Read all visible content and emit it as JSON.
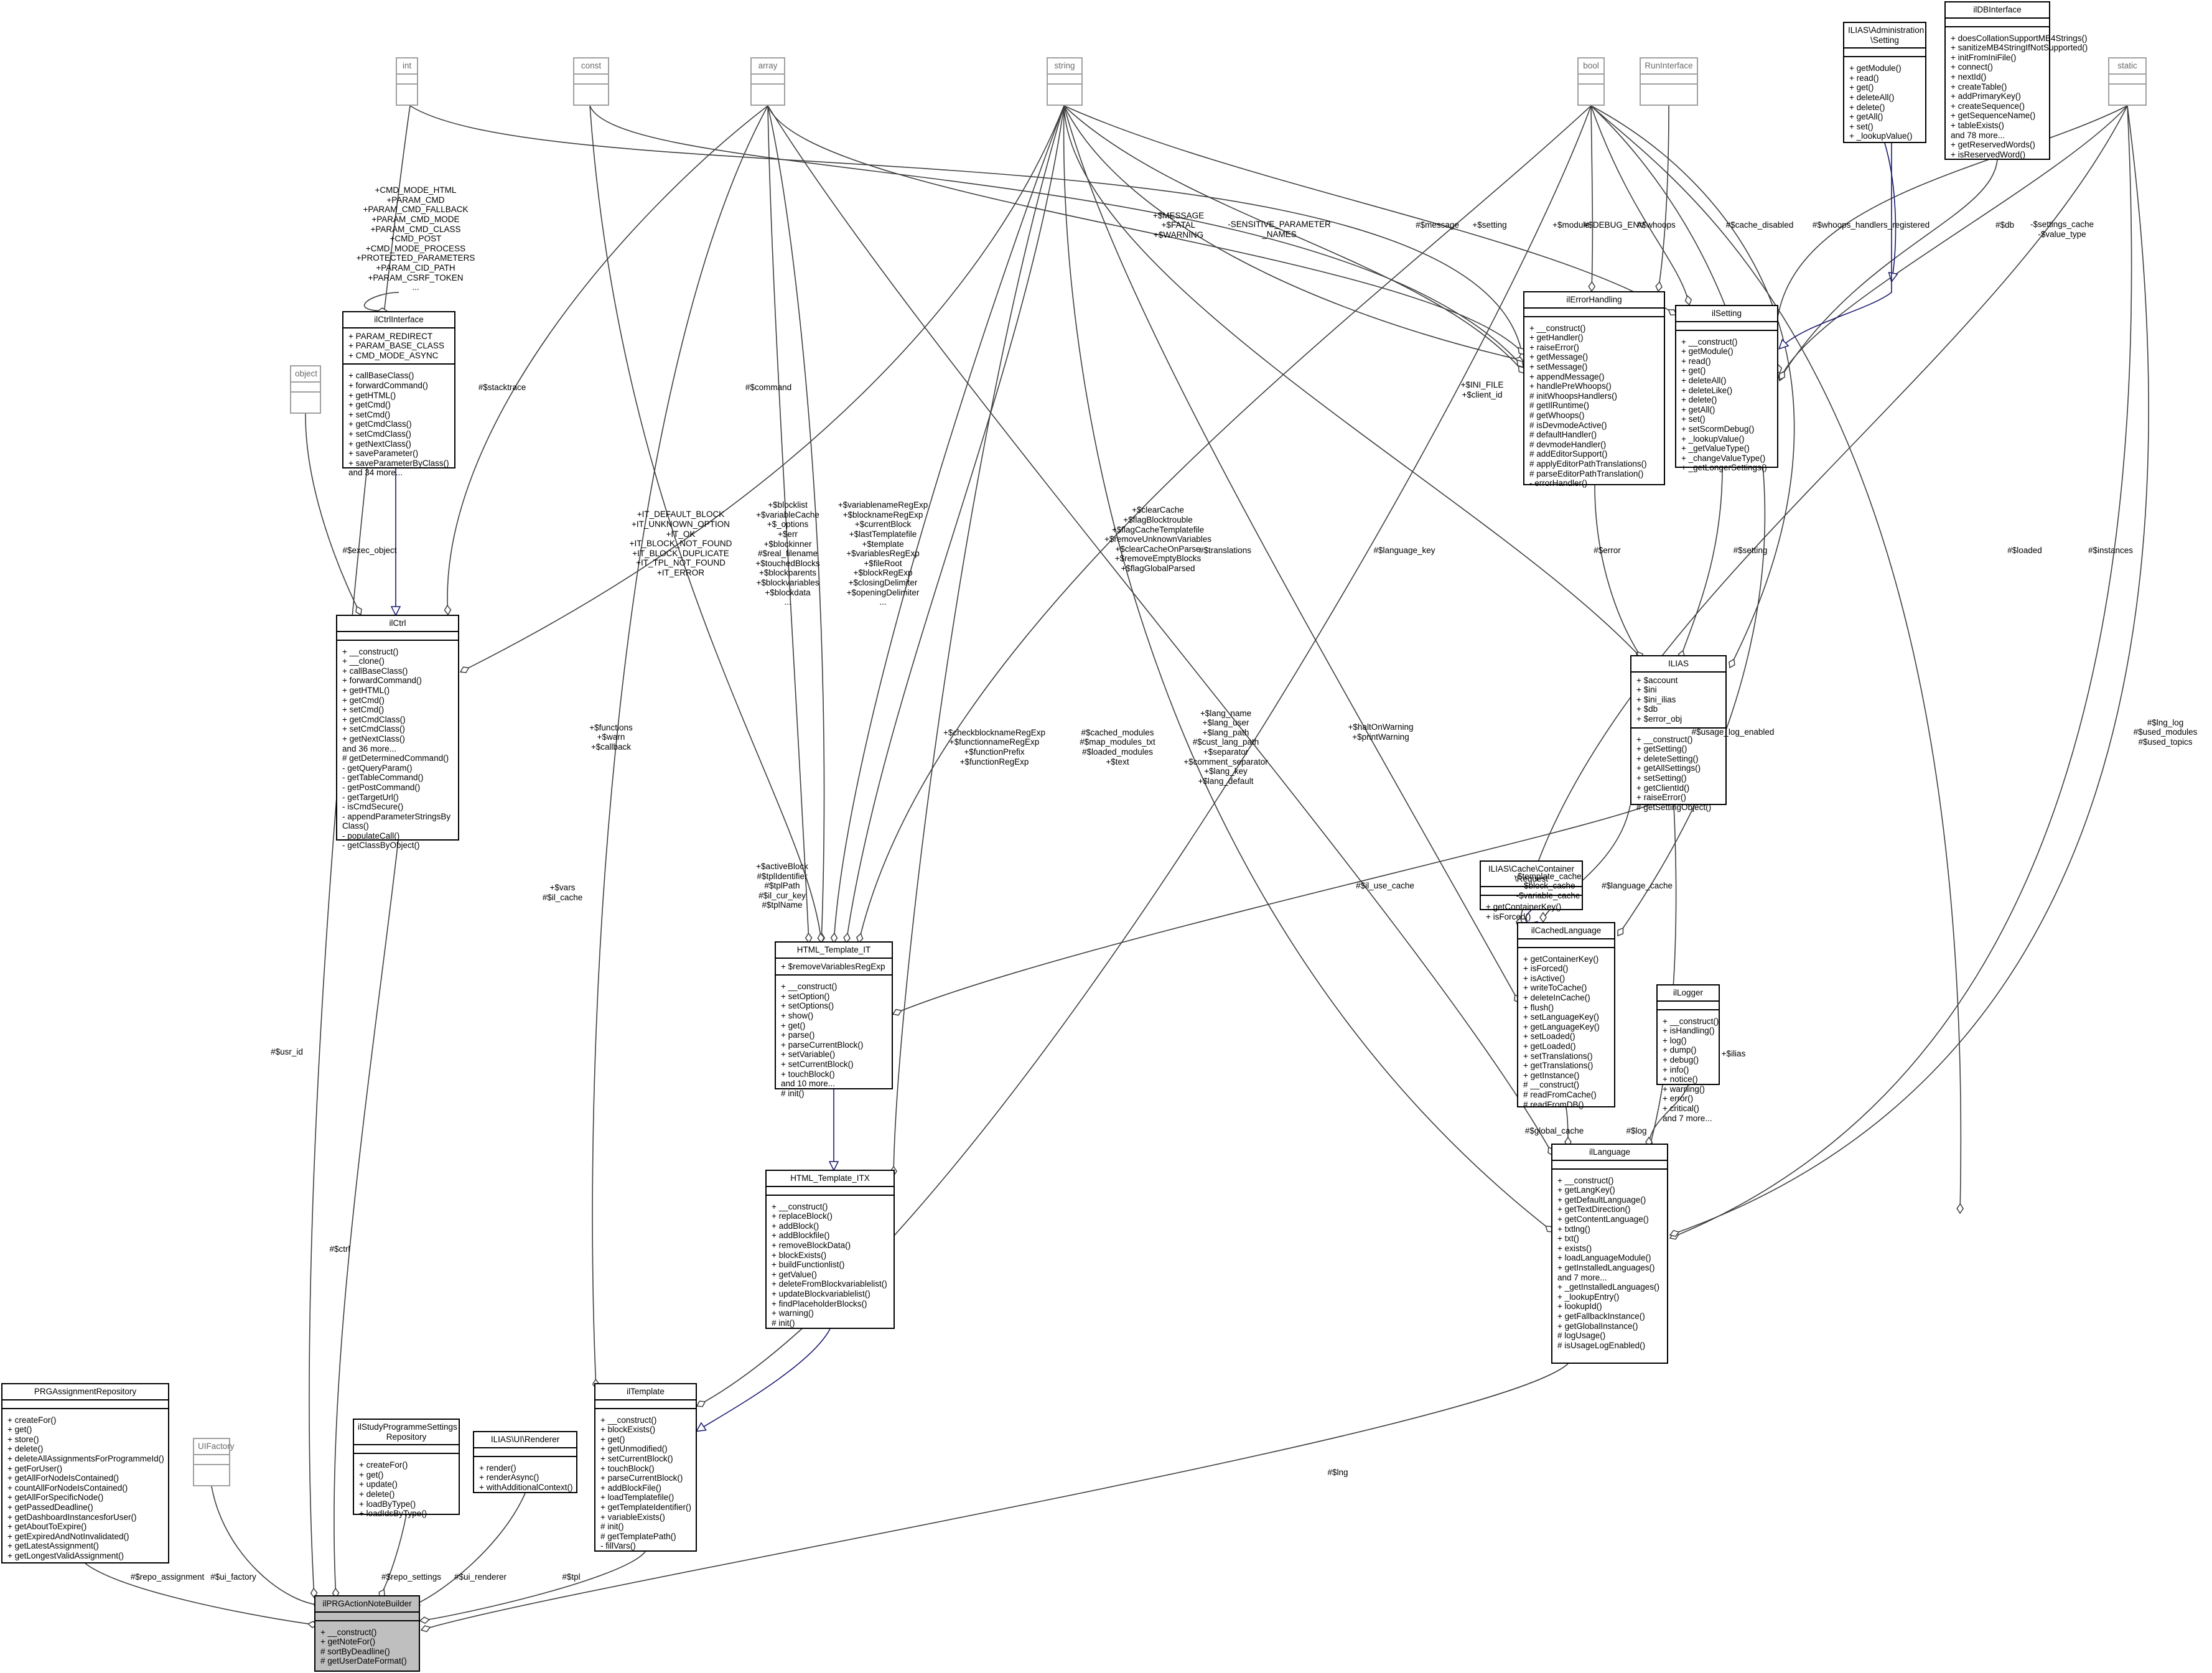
{
  "diagram": {
    "classes": [
      {
        "id": "int",
        "name": [
          "int"
        ],
        "style": "grey",
        "attrs": [],
        "methods": []
      },
      {
        "id": "const",
        "name": [
          "const"
        ],
        "style": "grey",
        "attrs": [],
        "methods": []
      },
      {
        "id": "array",
        "name": [
          "array"
        ],
        "style": "grey",
        "attrs": [],
        "methods": []
      },
      {
        "id": "string",
        "name": [
          "string"
        ],
        "style": "grey",
        "attrs": [],
        "methods": []
      },
      {
        "id": "bool",
        "name": [
          "bool"
        ],
        "style": "grey",
        "attrs": [],
        "methods": []
      },
      {
        "id": "runinterface",
        "name": [
          "RunInterface"
        ],
        "style": "grey",
        "attrs": [],
        "methods": []
      },
      {
        "id": "setting_admin",
        "name": [
          "ILIAS\\Administration",
          "\\Setting"
        ],
        "style": "normal",
        "attrs": [],
        "methods": [
          "+ getModule()",
          "+ read()",
          "+ get()",
          "+ deleteAll()",
          "+ delete()",
          "+ getAll()",
          "+ set()",
          "+ _lookupValue()"
        ]
      },
      {
        "id": "ildbinterface",
        "name": [
          "ilDBInterface"
        ],
        "style": "normal",
        "attrs": [],
        "methods": [
          "+ doesCollationSupportMB4Strings()",
          "+ sanitizeMB4StringIfNotSupported()",
          "+ initFromIniFile()",
          "+ connect()",
          "+ nextId()",
          "+ createTable()",
          "+ addPrimaryKey()",
          "+ createSequence()",
          "+ getSequenceName()",
          "+ tableExists()",
          "and 78 more...",
          "+ getReservedWords()",
          "+ isReservedWord()"
        ]
      },
      {
        "id": "static",
        "name": [
          "static"
        ],
        "style": "grey",
        "attrs": [],
        "methods": []
      },
      {
        "id": "object",
        "name": [
          "object"
        ],
        "style": "grey",
        "attrs": [],
        "methods": []
      },
      {
        "id": "ilctrlinterface",
        "name": [
          "ilCtrlInterface"
        ],
        "style": "normal",
        "attrs": [
          "+ PARAM_REDIRECT",
          "+ PARAM_BASE_CLASS",
          "+ CMD_MODE_ASYNC"
        ],
        "methods": [
          "+ callBaseClass()",
          "+ forwardCommand()",
          "+ getHTML()",
          "+ getCmd()",
          "+ setCmd()",
          "+ getCmdClass()",
          "+ setCmdClass()",
          "+ getNextClass()",
          "+ saveParameter()",
          "+ saveParameterByClass()",
          "and 34 more..."
        ]
      },
      {
        "id": "ilerrorhandling",
        "name": [
          "ilErrorHandling"
        ],
        "style": "normal",
        "attrs": [],
        "methods": [
          "+ __construct()",
          "+ getHandler()",
          "+ raiseError()",
          "+ getMessage()",
          "+ setMessage()",
          "+ appendMessage()",
          "+ handlePreWhoops()",
          "# initWhoopsHandlers()",
          "# getIlRuntime()",
          "# getWhoops()",
          "# isDevmodeActive()",
          "# defaultHandler()",
          "# devmodeHandler()",
          "# addEditorSupport()",
          "# applyEditorPathTranslations()",
          "# parseEditorPathTranslation()",
          "- errorHandler()"
        ]
      },
      {
        "id": "ilsetting",
        "name": [
          "ilSetting"
        ],
        "style": "normal",
        "attrs": [],
        "methods": [
          "+ __construct()",
          "+ getModule()",
          "+ read()",
          "+ get()",
          "+ deleteAll()",
          "+ deleteLike()",
          "+ delete()",
          "+ getAll()",
          "+ set()",
          "+ setScormDebug()",
          "+ _lookupValue()",
          "+ _getValueType()",
          "+ _changeValueType()",
          "+ _getLongerSettings()"
        ]
      },
      {
        "id": "ilctrl",
        "name": [
          "ilCtrl"
        ],
        "style": "normal",
        "attrs": [],
        "methods": [
          "+ __construct()",
          "+ __clone()",
          "+ callBaseClass()",
          "+ forwardCommand()",
          "+ getHTML()",
          "+ getCmd()",
          "+ setCmd()",
          "+ getCmdClass()",
          "+ setCmdClass()",
          "+ getNextClass()",
          "and 36 more...",
          "# getDeterminedCommand()",
          "- getQueryParam()",
          "- getTableCommand()",
          "- getPostCommand()",
          "- getTargetUrl()",
          "- isCmdSecure()",
          "- appendParameterStringsBy",
          "Class()",
          "- populateCall()",
          "- getClassByObject()"
        ]
      },
      {
        "id": "ilias",
        "name": [
          "ILIAS"
        ],
        "style": "normal",
        "attrs": [
          "+ $account",
          "+ $ini",
          "+ $ini_ilias",
          "+ $db",
          "+ $error_obj"
        ],
        "methods": [
          "+ __construct()",
          "+ getSetting()",
          "+ deleteSetting()",
          "+ getAllSettings()",
          "+ setSetting()",
          "+ getClientId()",
          "+ raiseError()",
          "# getSettingObject()"
        ]
      },
      {
        "id": "cache_request",
        "name": [
          "ILIAS\\Cache\\Container",
          "\\Request"
        ],
        "style": "normal",
        "attrs": [],
        "methods": [
          "+ getContainerKey()",
          "+ isForced()"
        ]
      },
      {
        "id": "html_template_it",
        "name": [
          "HTML_Template_IT"
        ],
        "style": "normal",
        "attrs": [
          "+ $removeVariablesRegExp"
        ],
        "methods": [
          "+ __construct()",
          "+ setOption()",
          "+ setOptions()",
          "+ show()",
          "+ get()",
          "+ parse()",
          "+ parseCurrentBlock()",
          "+ setVariable()",
          "+ setCurrentBlock()",
          "+ touchBlock()",
          "and 10 more...",
          "# init()"
        ]
      },
      {
        "id": "ilcachedlanguage",
        "name": [
          "ilCachedLanguage"
        ],
        "style": "normal",
        "attrs": [],
        "methods": [
          "+ getContainerKey()",
          "+ isForced()",
          "+ isActive()",
          "+ writeToCache()",
          "+ deleteInCache()",
          "+ flush()",
          "+ setLanguageKey()",
          "+ getLanguageKey()",
          "+ setLoaded()",
          "+ getLoaded()",
          "+ setTranslations()",
          "+ getTranslations()",
          "+ getInstance()",
          "# __construct()",
          "# readFromCache()",
          "# readFromDB()"
        ]
      },
      {
        "id": "illogger",
        "name": [
          "ilLogger"
        ],
        "style": "normal",
        "attrs": [],
        "methods": [
          "+ __construct()",
          "+ isHandling()",
          "+ log()",
          "+ dump()",
          "+ debug()",
          "+ info()",
          "+ notice()",
          "+ warning()",
          "+ error()",
          "+ critical()",
          "and 7 more..."
        ]
      },
      {
        "id": "html_template_itx",
        "name": [
          "HTML_Template_ITX"
        ],
        "style": "normal",
        "attrs": [],
        "methods": [
          "+ __construct()",
          "+ replaceBlock()",
          "+ addBlock()",
          "+ addBlockfile()",
          "+ removeBlockData()",
          "+ blockExists()",
          "+ buildFunctionlist()",
          "+ getValue()",
          "+ deleteFromBlockvariablelist()",
          "+ updateBlockvariablelist()",
          "+ findPlaceholderBlocks()",
          "+ warning()",
          "# init()"
        ]
      },
      {
        "id": "illanguage",
        "name": [
          "ilLanguage"
        ],
        "style": "normal",
        "attrs": [],
        "methods": [
          "+ __construct()",
          "+ getLangKey()",
          "+ getDefaultLanguage()",
          "+ getTextDirection()",
          "+ getContentLanguage()",
          "+ txtlng()",
          "+ txt()",
          "+ exists()",
          "+ loadLanguageModule()",
          "+ getInstalledLanguages()",
          "and 7 more...",
          "+ _getInstalledLanguages()",
          "+ _lookupEntry()",
          "+ lookupId()",
          "+ getFallbackInstance()",
          "+ getGlobalInstance()",
          "# logUsage()",
          "# isUsageLogEnabled()"
        ]
      },
      {
        "id": "prgassignmentrepository",
        "name": [
          "PRGAssignmentRepository"
        ],
        "style": "normal",
        "attrs": [],
        "methods": [
          "+ createFor()",
          "+ get()",
          "+ store()",
          "+ delete()",
          "+ deleteAllAssignmentsForProgrammeId()",
          "+ getForUser()",
          "+ getAllForNodeIsContained()",
          "+ countAllForNodeIsContained()",
          "+ getAllForSpecificNode()",
          "+ getPassedDeadline()",
          "+ getDashboardInstancesforUser()",
          "+ getAboutToExpire()",
          "+ getExpiredAndNotInvalidated()",
          "+ getLatestAssignment()",
          "+ getLongestValidAssignment()"
        ]
      },
      {
        "id": "uifactory",
        "name": [
          "UIFactory"
        ],
        "style": "grey",
        "attrs": [],
        "methods": []
      },
      {
        "id": "ilstudyprogrammesettingsrepository",
        "name": [
          "ilStudyProgrammeSettings",
          "Repository"
        ],
        "style": "normal",
        "attrs": [],
        "methods": [
          "+ createFor()",
          "+ get()",
          "+ update()",
          "+ delete()",
          "+ loadByType()",
          "+ loadIdsByType()"
        ]
      },
      {
        "id": "ui_renderer",
        "name": [
          "ILIAS\\UI\\Renderer"
        ],
        "style": "normal",
        "attrs": [],
        "methods": [
          "+ render()",
          "+ renderAsync()",
          "+ withAdditionalContext()"
        ]
      },
      {
        "id": "iltemplate",
        "name": [
          "ilTemplate"
        ],
        "style": "normal",
        "attrs": [],
        "methods": [
          "+ __construct()",
          "+ blockExists()",
          "+ get()",
          "+ getUnmodified()",
          "+ setCurrentBlock()",
          "+ touchBlock()",
          "+ parseCurrentBlock()",
          "+ addBlockFile()",
          "+ loadTemplatefile()",
          "+ getTemplateIdentifier()",
          "+ variableExists()",
          "# init()",
          "# getTemplatePath()",
          "- fillVars()"
        ]
      },
      {
        "id": "ilprgactionnotebuilder",
        "name": [
          "ilPRGActionNoteBuilder"
        ],
        "style": "focus",
        "attrs": [],
        "methods": [
          "+ __construct()",
          "+ getNoteFor()",
          "# sortByDeadline()",
          "# getUserDateFormat()"
        ]
      }
    ],
    "edge_labels": [
      {
        "id": "l_cmd_mode",
        "lines": [
          "+CMD_MODE_HTML",
          "+PARAM_CMD",
          "+PARAM_CMD_FALLBACK",
          "+PARAM_CMD_MODE",
          "+PARAM_CMD_CLASS",
          "+CMD_POST",
          "+CMD_MODE_PROCESS",
          "+PROTECTED_PARAMETERS",
          "+PARAM_CID_PATH",
          "+PARAM_CSRF_TOKEN",
          "..."
        ]
      },
      {
        "id": "l_stacktrace",
        "lines": [
          "#$stacktrace"
        ]
      },
      {
        "id": "l_exec_object",
        "lines": [
          "#$exec_object"
        ]
      },
      {
        "id": "l_message_fatal",
        "lines": [
          "+$MESSAGE",
          "+$FATAL",
          "+$WARNING"
        ]
      },
      {
        "id": "l_sensitive",
        "lines": [
          "-SENSITIVE_PARAMETER",
          "_NAMES"
        ]
      },
      {
        "id": "l_message",
        "lines": [
          "#$message"
        ]
      },
      {
        "id": "l_setting",
        "lines": [
          "+$setting"
        ]
      },
      {
        "id": "l_module",
        "lines": [
          "+$module"
        ]
      },
      {
        "id": "l_debug_env",
        "lines": [
          "#$DEBUG_ENV"
        ]
      },
      {
        "id": "l_whoops",
        "lines": [
          "#$whoops"
        ]
      },
      {
        "id": "l_cache_disabled",
        "lines": [
          "#$cache_disabled"
        ]
      },
      {
        "id": "l_whoops_reg",
        "lines": [
          "#$whoops_handlers_registered"
        ]
      },
      {
        "id": "l_db",
        "lines": [
          "#$db"
        ]
      },
      {
        "id": "l_settings_cache",
        "lines": [
          "-$settings_cache",
          "-$value_type"
        ]
      },
      {
        "id": "l_ini_file",
        "lines": [
          "+$INI_FILE",
          "+$client_id"
        ]
      },
      {
        "id": "l_command",
        "lines": [
          "#$command"
        ]
      },
      {
        "id": "l_blocklist",
        "lines": [
          "+$blocklist",
          "+$variableCache",
          "+$_options",
          "+$err",
          "+$blockinner",
          "#$real_filename",
          "+$touchedBlocks",
          "+$blockparents",
          "+$blockvariables",
          "+$blockdata",
          "..."
        ]
      },
      {
        "id": "l_variablename",
        "lines": [
          "+$variablenameRegExp",
          "+$blocknameRegExp",
          "+$currentBlock",
          "+$lastTemplatefile",
          "+$template",
          "+$variablesRegExp",
          "+$fileRoot",
          "+$blockRegExp",
          "+$closingDelimiter",
          "+$openingDelimiter",
          "..."
        ]
      },
      {
        "id": "l_it_default",
        "lines": [
          "+IT_DEFAULT_BLOCK",
          "+IT_UNKNOWN_OPTION",
          "+IT_OK",
          "+IT_BLOCK_NOT_FOUND",
          "+IT_BLOCK_DUPLICATE",
          "+IT_TPL_NOT_FOUND",
          "+IT_ERROR"
        ]
      },
      {
        "id": "l_clearcache",
        "lines": [
          "+$clearCache",
          "+$flagBlocktrouble",
          "+$flagCacheTemplatefile",
          "+$removeUnknownVariables",
          "+$clearCacheOnParse",
          "+$removeEmptyBlocks",
          "+$flagGlobalParsed"
        ]
      },
      {
        "id": "l_translations",
        "lines": [
          "#$translations"
        ]
      },
      {
        "id": "l_language_key",
        "lines": [
          "#$language_key"
        ]
      },
      {
        "id": "l_error",
        "lines": [
          "#$error"
        ]
      },
      {
        "id": "l_setting2",
        "lines": [
          "#$setting"
        ]
      },
      {
        "id": "l_loaded",
        "lines": [
          "#$loaded"
        ]
      },
      {
        "id": "l_instances",
        "lines": [
          "#$instances"
        ]
      },
      {
        "id": "l_functions",
        "lines": [
          "+$functions",
          "+$warn",
          "+$callback"
        ]
      },
      {
        "id": "l_checkblockname",
        "lines": [
          "+$checkblocknameRegExp",
          "+$functionnameRegExp",
          "+$functionPrefix",
          "+$functionRegExp"
        ]
      },
      {
        "id": "l_cached_modules",
        "lines": [
          "#$cached_modules",
          "#$map_modules_txt",
          "#$loaded_modules",
          "+$text"
        ]
      },
      {
        "id": "l_lang_name",
        "lines": [
          "+$lang_name",
          "+$lang_user",
          "+$lang_path",
          "#$cust_lang_path",
          "+$separator",
          "+$comment_separator",
          "+$lang_key",
          "+$lang_default"
        ]
      },
      {
        "id": "l_halt",
        "lines": [
          "+$haltOnWarning",
          "+$printWarning"
        ]
      },
      {
        "id": "l_usage_log",
        "lines": [
          "#$usage_log_enabled"
        ]
      },
      {
        "id": "l_lng_log",
        "lines": [
          "#$lng_log",
          "#$used_modules",
          "#$used_topics"
        ]
      },
      {
        "id": "l_activeblock",
        "lines": [
          "+$activeBlock",
          "#$tplIdentifier",
          "#$tplPath",
          "#$il_cur_key",
          "#$tplName"
        ]
      },
      {
        "id": "l_template_cache",
        "lines": [
          "-$template_cache",
          "-$block_cache",
          "-$variable_cache"
        ]
      },
      {
        "id": "l_il_use_cache",
        "lines": [
          "#$il_use_cache"
        ]
      },
      {
        "id": "l_language_cache",
        "lines": [
          "#$language_cache"
        ]
      },
      {
        "id": "l_vars",
        "lines": [
          "+$vars",
          "#$il_cache"
        ]
      },
      {
        "id": "l_ilias",
        "lines": [
          "+$ilias"
        ]
      },
      {
        "id": "l_global_cache",
        "lines": [
          "#$global_cache"
        ]
      },
      {
        "id": "l_log",
        "lines": [
          "#$log"
        ]
      },
      {
        "id": "l_usr_id",
        "lines": [
          "#$usr_id"
        ]
      },
      {
        "id": "l_ctrl",
        "lines": [
          "#$ctrl"
        ]
      },
      {
        "id": "l_lng",
        "lines": [
          "#$lng"
        ]
      },
      {
        "id": "l_repo_assignment",
        "lines": [
          "#$repo_assignment"
        ]
      },
      {
        "id": "l_ui_factory",
        "lines": [
          "#$ui_factory"
        ]
      },
      {
        "id": "l_repo_settings",
        "lines": [
          "#$repo_settings"
        ]
      },
      {
        "id": "l_ui_renderer",
        "lines": [
          "#$ui_renderer"
        ]
      },
      {
        "id": "l_tpl",
        "lines": [
          "#$tpl"
        ]
      }
    ]
  }
}
